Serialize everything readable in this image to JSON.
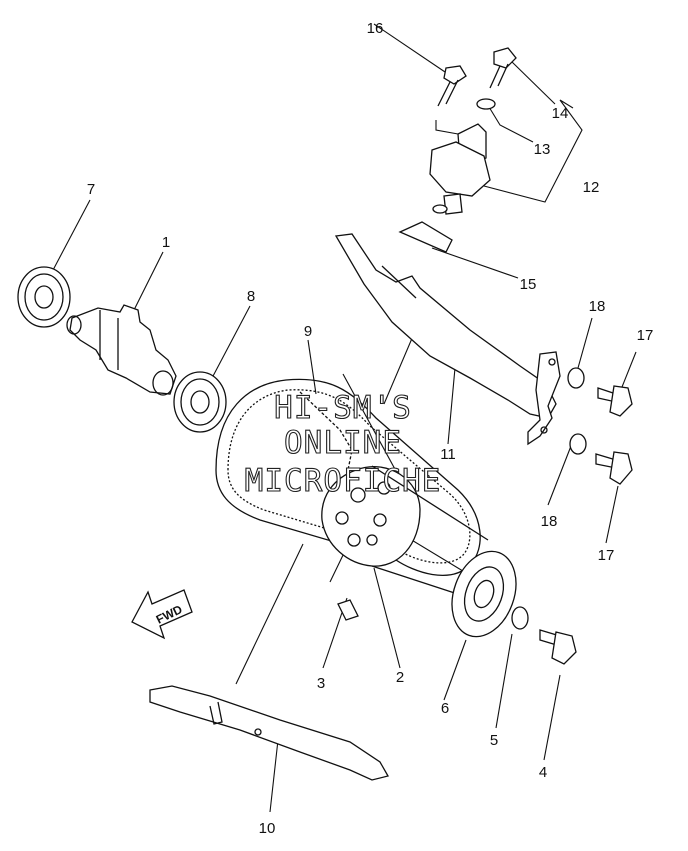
{
  "watermark": {
    "line1": "HI-SM'S",
    "line2": "ONLINE",
    "line3": "MICROFICHE"
  },
  "direction_label": "FWD",
  "callouts": [
    {
      "id": "c1",
      "label": "1"
    },
    {
      "id": "c2",
      "label": "2"
    },
    {
      "id": "c3",
      "label": "3"
    },
    {
      "id": "c4",
      "label": "4"
    },
    {
      "id": "c5",
      "label": "5"
    },
    {
      "id": "c6",
      "label": "6"
    },
    {
      "id": "c7",
      "label": "7"
    },
    {
      "id": "c8",
      "label": "8"
    },
    {
      "id": "c9",
      "label": "9"
    },
    {
      "id": "c10",
      "label": "10"
    },
    {
      "id": "c11",
      "label": "11"
    },
    {
      "id": "c12",
      "label": "12"
    },
    {
      "id": "c13",
      "label": "13"
    },
    {
      "id": "c14",
      "label": "14"
    },
    {
      "id": "c15",
      "label": "15"
    },
    {
      "id": "c16",
      "label": "16"
    },
    {
      "id": "c17a",
      "label": "17"
    },
    {
      "id": "c17b",
      "label": "17"
    },
    {
      "id": "c18a",
      "label": "18"
    },
    {
      "id": "c18b",
      "label": "18"
    }
  ]
}
